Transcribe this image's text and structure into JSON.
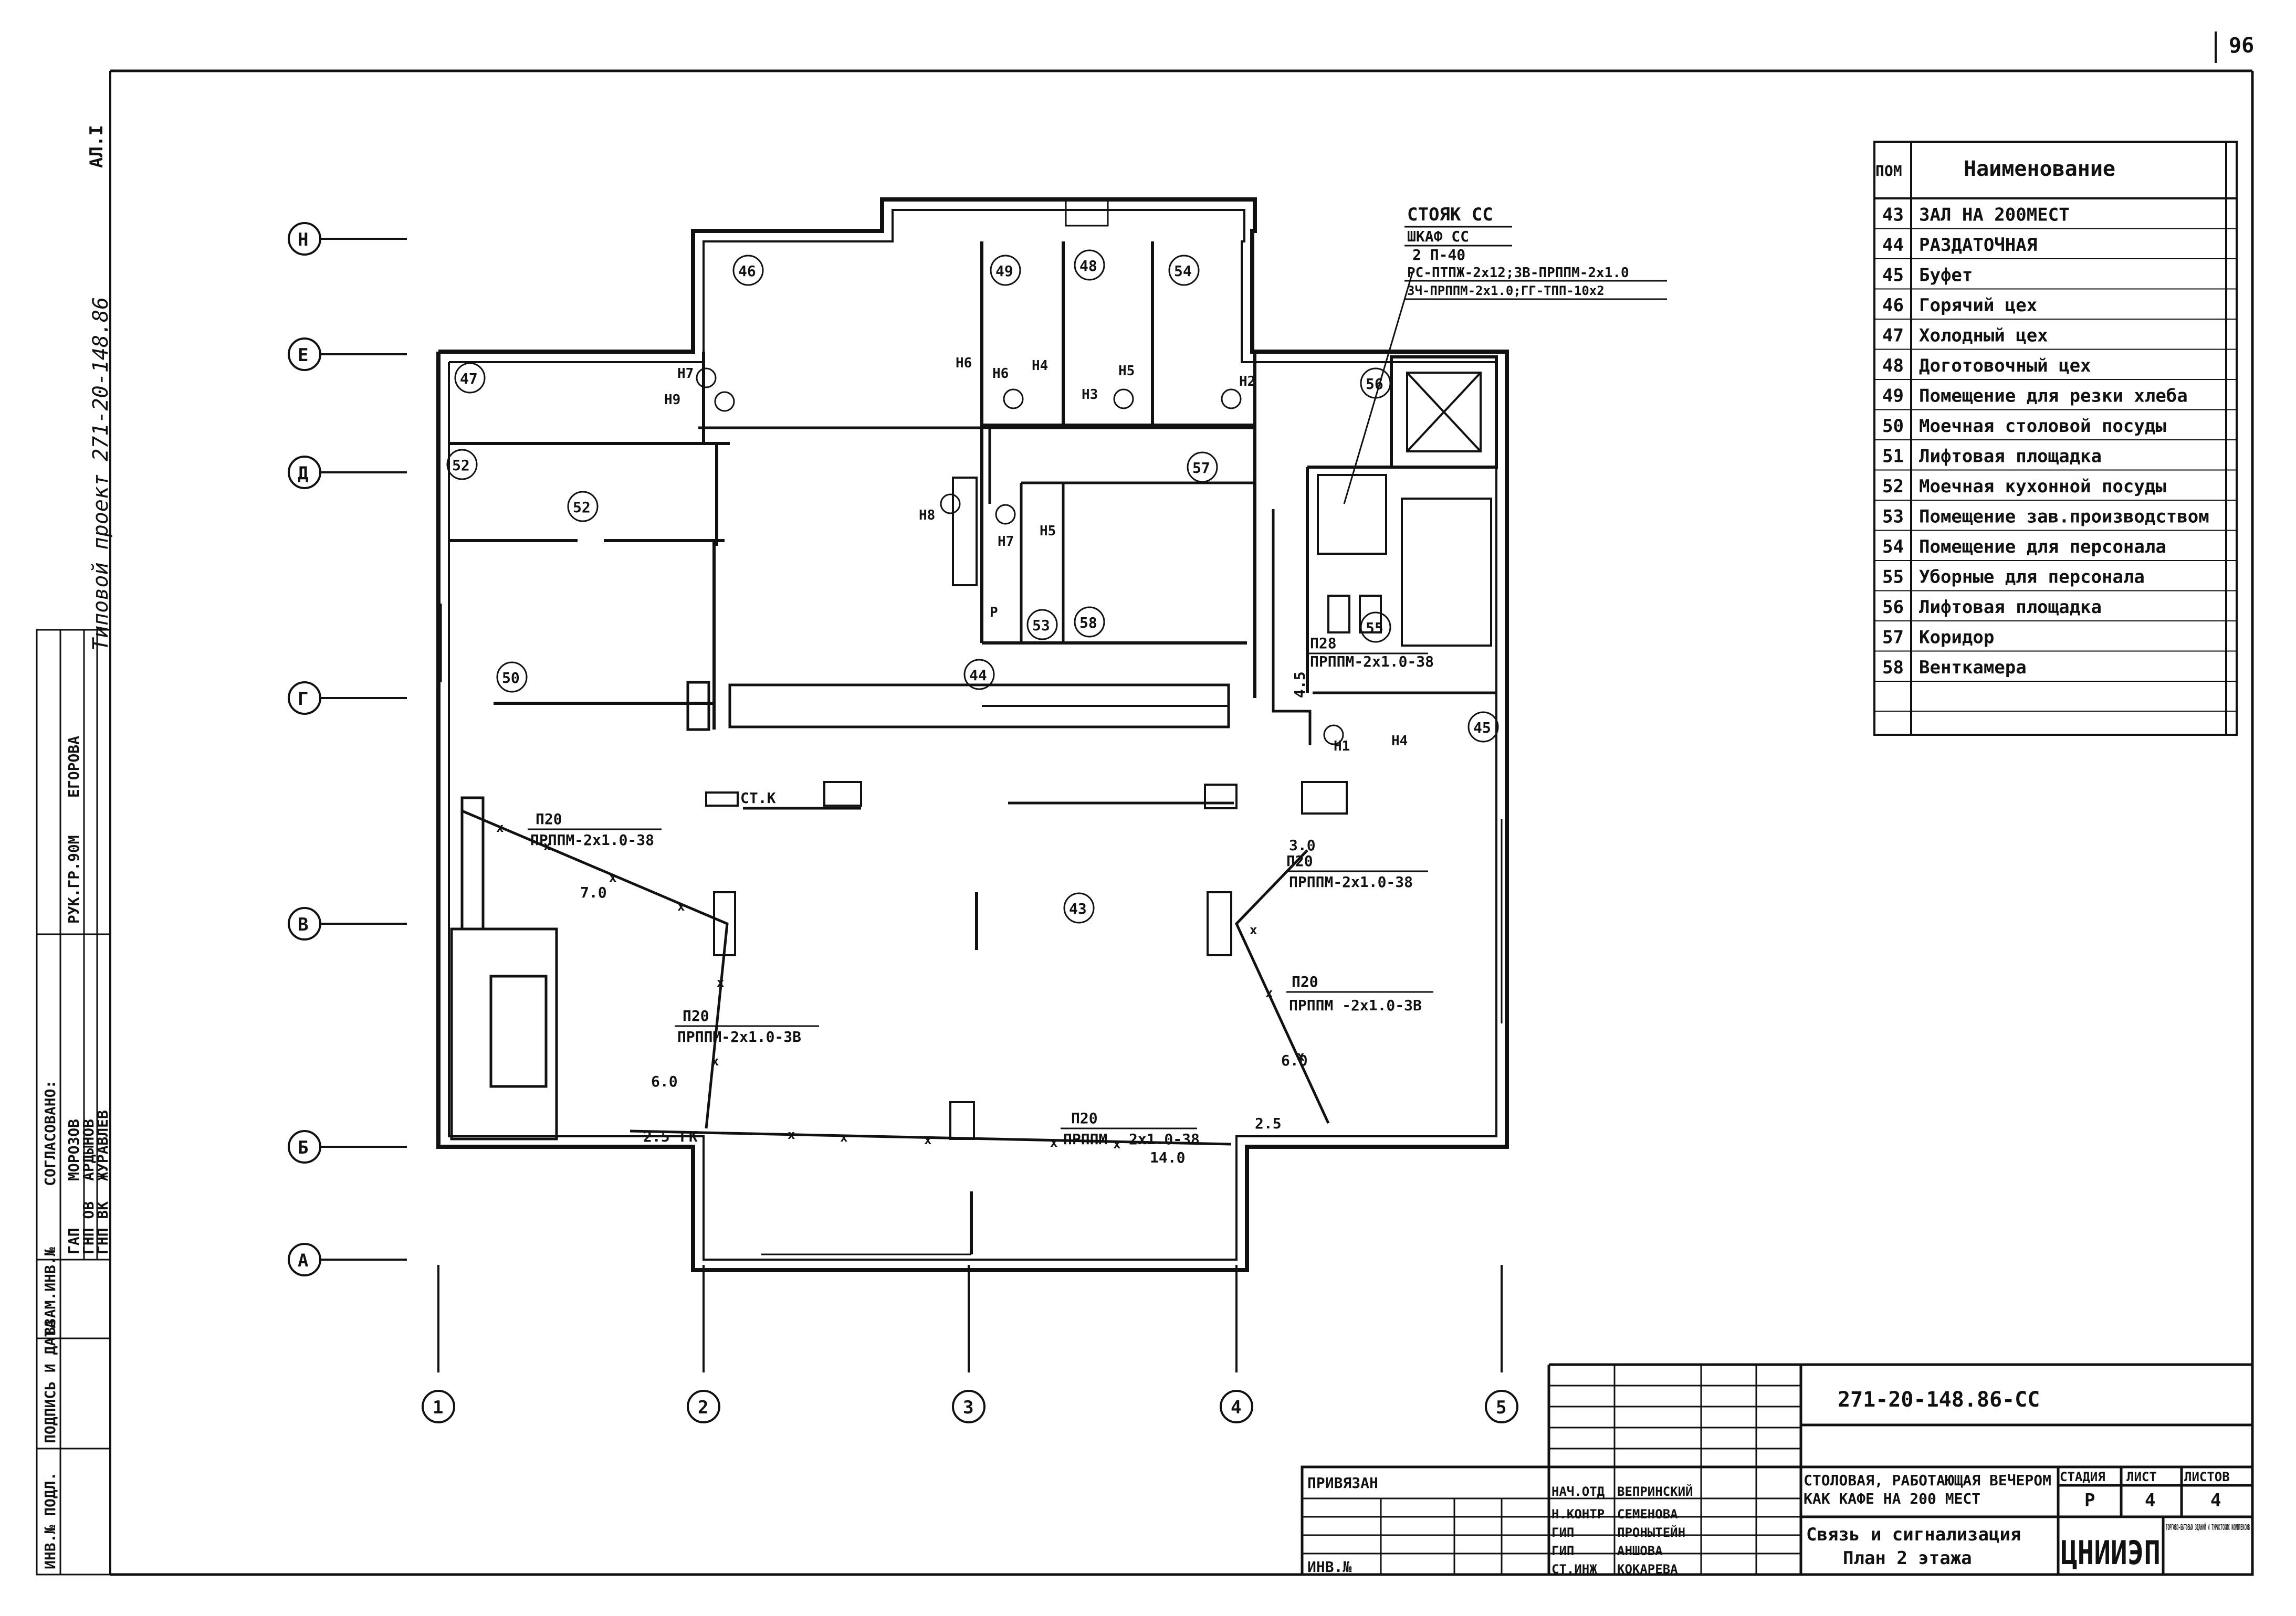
{
  "sheet": {
    "page_number": "96",
    "corner_code": "АЛ.I",
    "side_stamp": "Типовой проект 271-20-148.86",
    "approval": {
      "title": "СОГЛАСОВАНО:",
      "rows": [
        {
          "role": "РУК.ГР.90М",
          "name": "ЕГОРОВА"
        },
        {
          "role": "ГАП",
          "name": "МОРОЗОВ"
        },
        {
          "role": "ГНП ОВ",
          "name": "АРДЫНОВ"
        },
        {
          "role": "ГНП ВК",
          "name": "ЖУРАВЛЕВ"
        }
      ],
      "columns": [
        "ИНВ.№ ПОДЛ.",
        "ПОДПИСЬ И ДАТА",
        "ВЗАМ.ИНВ.№"
      ]
    }
  },
  "legend": {
    "header_num": "ПОМ",
    "header_name": "Наименование",
    "rows": [
      {
        "num": "43",
        "name": "ЗАЛ НА 200МЕСТ"
      },
      {
        "num": "44",
        "name": "РАЗДАТОЧНАЯ"
      },
      {
        "num": "45",
        "name": "Буфет"
      },
      {
        "num": "46",
        "name": "Горячий цех"
      },
      {
        "num": "47",
        "name": "Холодный цех"
      },
      {
        "num": "48",
        "name": "Доготовочный цех"
      },
      {
        "num": "49",
        "name": "Помещение для резки хлеба"
      },
      {
        "num": "50",
        "name": "Моечная столовой посуды"
      },
      {
        "num": "51",
        "name": "Лифтовая площадка"
      },
      {
        "num": "52",
        "name": "Моечная кухонной посуды"
      },
      {
        "num": "53",
        "name": "Помещение зав.производством"
      },
      {
        "num": "54",
        "name": "Помещение для персонала"
      },
      {
        "num": "55",
        "name": "Уборные для персонала"
      },
      {
        "num": "56",
        "name": "Лифтовая площадка"
      },
      {
        "num": "57",
        "name": "Коридор"
      },
      {
        "num": "58",
        "name": "Венткамера"
      }
    ]
  },
  "riser": {
    "title": "СТОЯК СС",
    "cabinet": "ШКАФ СС",
    "model": "2 П-40",
    "line1": "РС-ПТПЖ-2х12;ЗВ-ПРППМ-2х1.0",
    "line2": "ЗЧ-ПРППМ-2х1.0;ГГ-ТПП-10х2"
  },
  "axes": {
    "rows": [
      "Н",
      "Е",
      "Д",
      "Г",
      "В",
      "Б",
      "А"
    ],
    "cols": [
      "1",
      "2",
      "3",
      "4",
      "5"
    ]
  },
  "rooms": [
    "43",
    "44",
    "45",
    "46",
    "47",
    "48",
    "49",
    "50",
    "52",
    "52",
    "53",
    "54",
    "56",
    "57",
    "58",
    "55"
  ],
  "devices": [
    "Н1",
    "Н2",
    "Н3",
    "Н4",
    "Н4",
    "Н5",
    "Н5",
    "Н6",
    "Н6",
    "Н7",
    "Н7",
    "Н8",
    "Н9",
    "Р"
  ],
  "cables": {
    "label_p20": "П20",
    "label_cable": "ПРППМ-2х1.0-38",
    "label_cable_b": "ПРППМ -2х1.0-3В",
    "label_cable_c": "ПРППМ-2х1.0-3В",
    "label_bottom": "ПРППМ",
    "label_bottom2": "2х1.0-38",
    "label_bottom_p20": "П20",
    "label_wc_p20": "П28",
    "label_wc": "ПРППМ-2х1.0-38",
    "d_70": "7.0",
    "d_60a": "6.0",
    "d_60b": "6.0",
    "d_25a": "2.5",
    "d_25b": "2.5",
    "d_140": "14.0",
    "d_30": "3.0",
    "d_45": "4.5",
    "st_k": "СТ.К",
    "gk": "ГК"
  },
  "titleblock": {
    "doc_code": "271-20-148.86-СС",
    "binding": "ПРИВЯЗАН",
    "inv": "ИНВ.№",
    "project": "Столовая, работающая вечером как кафе на 200 мест",
    "project_l1": "СТОЛОВАЯ, РАБОТАЮЩАЯ ВЕЧЕРОМ",
    "project_l2": "КАК КАФЕ НА 200 МЕСТ",
    "sheet_title_l1": "Связь и сигнализация",
    "sheet_title_l2": "План 2 этажа",
    "stage_h": "СТАДИЯ",
    "sheet_h": "ЛИСТ",
    "sheets_h": "ЛИСТОВ",
    "stage": "Р",
    "sheet": "4",
    "sheets": "4",
    "org": "ЦНИИЭП",
    "org_sub": "ТОРГОВО-БЫТОВЫХ ЗДАНИЙ И ТУРИСТСКИХ КОМПЛЕКСОВ",
    "staff": [
      {
        "role": "НАЧ.ОТД",
        "name": "ВЕПРИНСКИЙ"
      },
      {
        "role": "Н.КОНТР",
        "name": "СЕМЕНОВА"
      },
      {
        "role": "ГИП",
        "name": "ПРОНЫТЕЙН"
      },
      {
        "role": "ГИП",
        "name": "АНШОВА"
      },
      {
        "role": "СТ.ИНЖ",
        "name": "КОКАРЕВА"
      }
    ]
  }
}
